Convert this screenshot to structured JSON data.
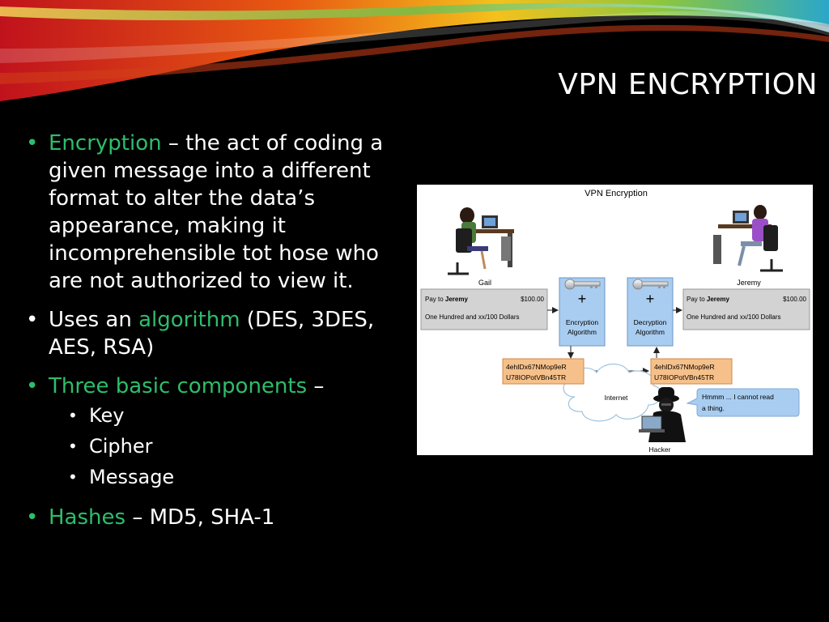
{
  "slide": {
    "title": "VPN ENCRYPTION"
  },
  "bullets": {
    "encryption_term": "Encryption",
    "encryption_text": " – the act of coding a given message into a different format to alter the data’s appearance, making it incomprehensible tot hose who are not authorized to view it.",
    "uses_prefix": "Uses an ",
    "uses_term": "algorithm",
    "uses_text": " (DES, 3DES, AES, RSA)",
    "components_term": "Three basic components",
    "components_text": " –",
    "components": [
      "Key",
      "Cipher",
      "Message"
    ],
    "hashes_term": "Hashes",
    "hashes_text": " – MD5, SHA-1"
  },
  "diagram": {
    "title": "VPN Encryption",
    "sender": "Gail",
    "receiver": "Jeremy",
    "hacker": "Hacker",
    "internet": "Internet",
    "check_left": {
      "pay_to": "Pay to ",
      "payee": "Jeremy",
      "amount": "$100.00",
      "words": "One Hundred and xx/100 Dollars"
    },
    "check_right": {
      "pay_to": "Pay to ",
      "payee": "Jeremy",
      "amount": "$100.00",
      "words": "One Hundred and xx/100 Dollars"
    },
    "enc_box": {
      "plus": "+",
      "line1": "Encryption",
      "line2": "Algorithm"
    },
    "dec_box": {
      "plus": "+",
      "line1": "Decryption",
      "line2": "Algorithm"
    },
    "cipher_left": {
      "line1": "4ehIDx67NMop9eR",
      "line2": "U78IOPotVBn45TR"
    },
    "cipher_right": {
      "line1": "4ehIDx67NMop9eR",
      "line2": "U78IOPotVBn45TR"
    },
    "hacker_bubble": {
      "line1": "Hmmm ... I cannot read",
      "line2": "a thing."
    }
  },
  "colors": {
    "accent_green": "#2ebd6b",
    "background": "#000000",
    "algo_box_blue": "#a9cdf0",
    "cipher_box_orange": "#f6c08a"
  }
}
